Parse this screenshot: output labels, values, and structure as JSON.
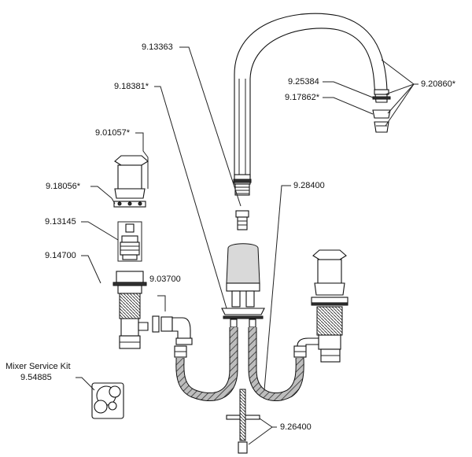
{
  "labels": {
    "p_13363": "9.13363",
    "p_18381": "9.18381*",
    "p_25384": "9.25384",
    "p_17862": "9.17862*",
    "p_20860": "9.20860*",
    "p_01057": "9.01057*",
    "p_18056": "9.18056*",
    "p_13145": "9.13145",
    "p_14700": "9.14700",
    "p_03700": "9.03700",
    "p_28400": "9.28400",
    "p_26400": "9.26400",
    "kit_title": "Mixer Service Kit",
    "kit_code": "9.54885"
  }
}
